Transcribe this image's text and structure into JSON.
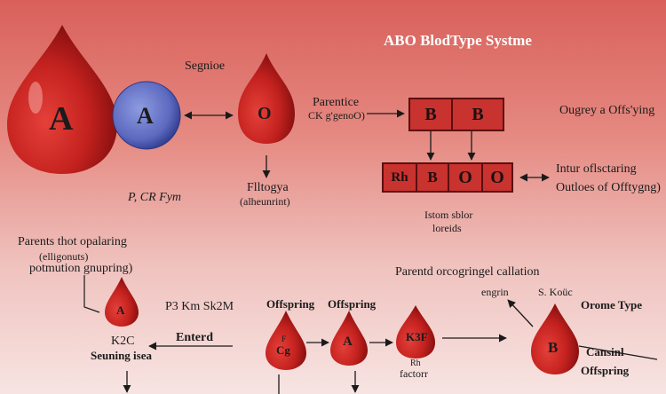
{
  "title": "ABO BlodType Systme",
  "drops": {
    "big_a": "A",
    "blue_a": "A",
    "o": "O",
    "small_a": "A",
    "offspring_1": "Cg",
    "offspring_1_top": "F",
    "offspring_2": "A",
    "offspring_3": "K3F",
    "offspring_b": "B"
  },
  "labels": {
    "segnioe": "Segnioe",
    "parentice": "Parentice",
    "ck_gengeo": "CK g'genoO)",
    "flitogya": "Flltogya",
    "alheunrint": "(alheunrint)",
    "p_cr_fym": "P, CR Fym",
    "ougrey": "Ougrey a Offs'ying",
    "intur_ofl": "Intur oflsctaring",
    "outloes": "Outloes of Offtygng)",
    "istom_sblor": "Istom sblor",
    "loreids": "loreids",
    "parents_thot": "Parents thot opalaring",
    "elignouts": "(elligonuts)",
    "potmution": "potmution gnupring)",
    "p3_km": "P3 Km Sk2M",
    "offspring_1": "Offspring",
    "offspring_2": "Offspring",
    "parentd_ocr": "Parentd orcogringel callation",
    "engrin": "engrin",
    "s_koue": "S. Koüc",
    "orome_type": "Orome Type",
    "k2c": "K2C",
    "seuning_isea": "Seuning isea",
    "enterd": "Enterd",
    "rh_factor_rh": "Rh",
    "rh_factor": "factorr",
    "cansinl": "Cansinl",
    "offspring_3": "Offspring"
  },
  "boxes": {
    "top_row": [
      "B",
      "B"
    ],
    "mid_row": [
      "Rh",
      "B",
      "O",
      "O"
    ]
  },
  "colors": {
    "drop_red": "#c4221f",
    "drop_blue": "#6a78c8",
    "box_red": "#c8322f"
  }
}
